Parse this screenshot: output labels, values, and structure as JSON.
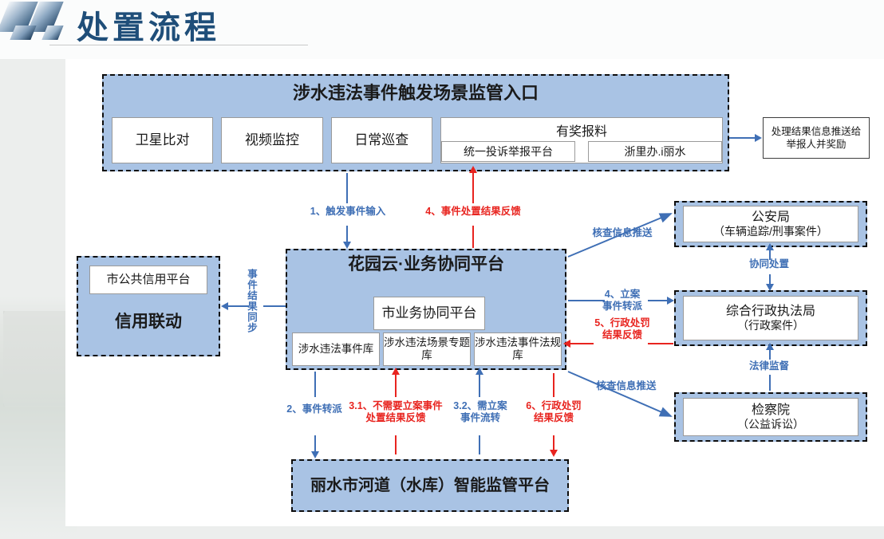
{
  "slide": {
    "title": "处置流程"
  },
  "top_entry": {
    "title": "涉水违法事件触发场景监管入口",
    "sources": [
      {
        "label": "卫星比对"
      },
      {
        "label": "视频监控"
      },
      {
        "label": "日常巡查"
      }
    ],
    "bonus": {
      "title": "有奖报料",
      "channels": [
        {
          "label": "统一投诉举报平台"
        },
        {
          "label": "浙里办.i丽水"
        }
      ]
    }
  },
  "reward_push": {
    "line1": "处理结果信息推送给",
    "line2": "举报人并奖励"
  },
  "center_platform": {
    "title": "花园云·业务协同平台",
    "inner": "市业务协同平台",
    "repositories": [
      {
        "label": "涉水违法事件库"
      },
      {
        "label": "涉水违法场景专题库"
      },
      {
        "label": "涉水违法事件法规库"
      }
    ]
  },
  "credit_platform": {
    "inner": "市公共信用平台",
    "label": "信用联动"
  },
  "agencies": [
    {
      "name": "公安局",
      "scope": "（车辆追踪/刑事案件）"
    },
    {
      "name": "综合行政执法局",
      "scope": "（行政案件）"
    },
    {
      "name": "检察院",
      "scope": "（公益诉讼）"
    }
  ],
  "bottom_platform": {
    "title": "丽水市河道（水库）智能监管平台"
  },
  "connector_labels": {
    "trigger_input": "1、触发事件输入",
    "result_feedback": "4、事件处置结果反馈",
    "sync": "事件结果同步",
    "check_push_police": "核查信息推送",
    "coop_handle": "协同处置",
    "case_transfer": "4、立案\n事件转派",
    "admin_penalty_feedback": "5、行政处罚\n结果反馈",
    "legal_supervise": "法律监督",
    "check_push_procur": "核查信息推送",
    "event_dispatch": "2、事件转派",
    "no_case_feedback": "3.1、不需要立案事件\n处置结果反馈",
    "need_case_flow": "3.2、需立案\n事件流转",
    "penalty_feedback_6": "6、行政处罚\n结果反馈"
  },
  "colors": {
    "node_fill": "#a9c3e4",
    "title_blue": "#1f4e79",
    "arrow_blue": "#3f6fb5",
    "arrow_red": "#e8241f"
  }
}
